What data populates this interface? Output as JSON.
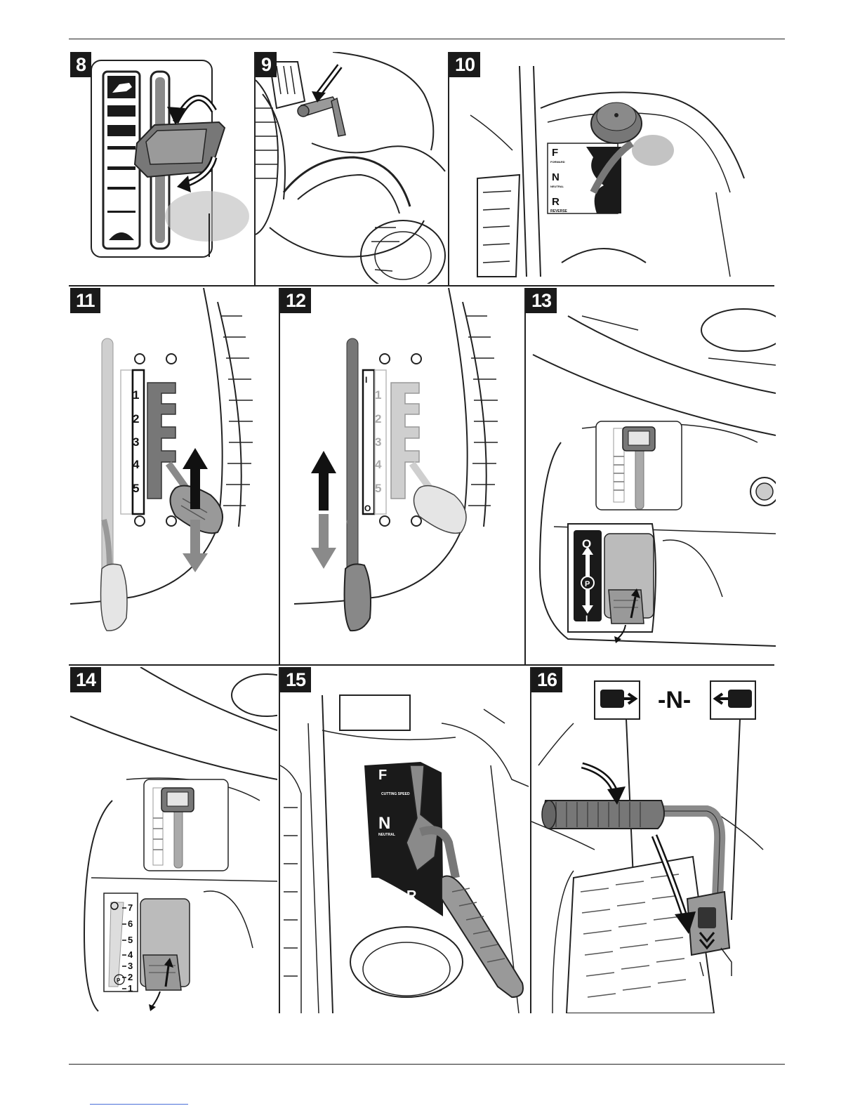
{
  "panels": [
    {
      "id": "8",
      "label": "8"
    },
    {
      "id": "9",
      "label": "9"
    },
    {
      "id": "10",
      "label": "10",
      "gear_labels": [
        "F",
        "FORWARD",
        "N",
        "NEUTRAL",
        "R",
        "REVERSE"
      ]
    },
    {
      "id": "11",
      "label": "11",
      "scale": [
        "1",
        "2",
        "3",
        "4",
        "5"
      ]
    },
    {
      "id": "12",
      "label": "12",
      "scale": [
        "1",
        "2",
        "3",
        "4",
        "5"
      ],
      "scale_top": "I",
      "scale_bottom": "O"
    },
    {
      "id": "13",
      "label": "13",
      "brake_top": "O",
      "brake_bottom": "I",
      "brake_symbol": "P"
    },
    {
      "id": "14",
      "label": "14",
      "scale": [
        "7",
        "6",
        "5",
        "4",
        "3",
        "2",
        "1"
      ],
      "brake_symbol": "P"
    },
    {
      "id": "15",
      "label": "15",
      "gear_labels": [
        "F",
        "CUTTING SPEED",
        "N",
        "NEUTRAL",
        "R"
      ]
    },
    {
      "id": "16",
      "label": "16",
      "neutral_label": "-N-"
    }
  ],
  "colors": {
    "dark": "#1a1a1a",
    "mid_gray": "#8a8a8a",
    "light_gray": "#cfcfcf",
    "line": "#222222"
  }
}
